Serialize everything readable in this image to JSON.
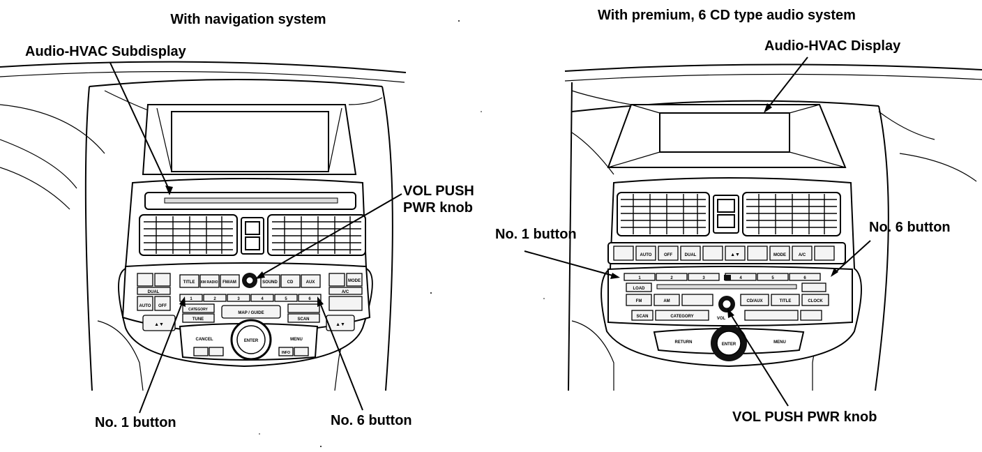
{
  "left": {
    "heading": "With navigation system",
    "label_subdisplay": "Audio-HVAC Subdisplay",
    "label_vol_line1": "VOL PUSH",
    "label_vol_line2": "PWR knob",
    "label_no1": "No. 1 button",
    "label_no6": "No. 6 button",
    "btn_title": "TITLE",
    "btn_xmradio": "XM RADIO",
    "btn_fmam": "FM/AM",
    "btn_sound": "SOUND",
    "btn_cd": "CD",
    "btn_aux": "AUX",
    "btn_dual": "DUAL",
    "btn_auto": "AUTO",
    "btn_off": "OFF",
    "btn_ac": "A/C",
    "btn_mode": "MODE",
    "btn_category": "CATEGORY",
    "btn_tune": "TUNE",
    "btn_scan": "SCAN",
    "btn_mapguide": "MAP / GUIDE",
    "btn_enter": "ENTER",
    "btn_cancel": "CANCEL",
    "btn_menu": "MENU",
    "btn_info": "INFO",
    "presets": [
      "1",
      "2",
      "3",
      "4",
      "5",
      "6"
    ]
  },
  "right": {
    "heading": "With premium, 6 CD type audio system",
    "label_display": "Audio-HVAC Display",
    "label_no1": "No. 1 button",
    "label_no6": "No. 6 button",
    "label_vol": "VOL PUSH PWR knob",
    "btn_load": "LOAD",
    "btn_fm": "FM",
    "btn_am": "AM",
    "btn_cdaux": "CD/AUX",
    "btn_title": "TITLE",
    "btn_clock": "CLOCK",
    "btn_scan": "SCAN",
    "btn_category": "CATEGORY",
    "btn_auto": "AUTO",
    "btn_off": "OFF",
    "btn_dual": "DUAL",
    "btn_mode": "MODE",
    "btn_ac": "A/C",
    "btn_return": "RETURN",
    "btn_menu": "MENU",
    "btn_enter": "ENTER",
    "btn_vol": "VOL",
    "presets": [
      "1",
      "2",
      "3",
      "4",
      "5",
      "6"
    ]
  }
}
